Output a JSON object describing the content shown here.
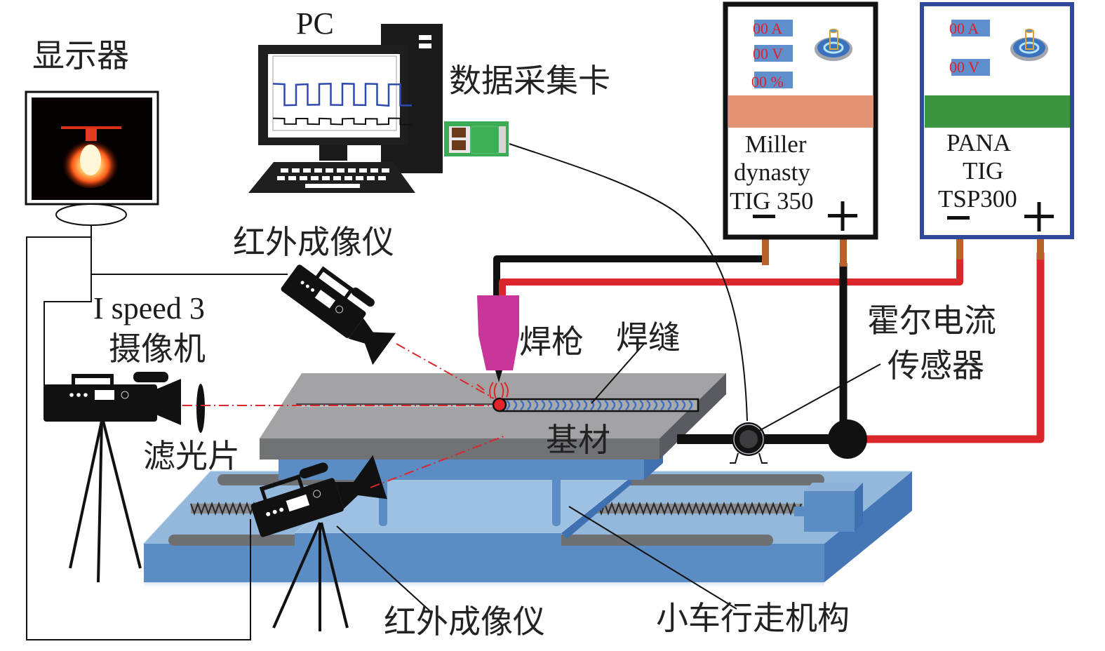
{
  "labels": {
    "monitor": "显示器",
    "pc": "PC",
    "daq_card": "数据采集卡",
    "ir_camera_top": "红外成像仪",
    "ir_camera_bottom": "红外成像仪",
    "highspeed_cam_line1": "I speed 3",
    "highspeed_cam_line2": "摄像机",
    "filter": "滤光片",
    "torch": "焊枪",
    "weld_seam": "焊缝",
    "base_metal": "基材",
    "hall_sensor_line1": "霍尔电流",
    "hall_sensor_line2": "传感器",
    "travel_mechanism": "小车行走机构"
  },
  "power_sources": [
    {
      "name_lines": [
        "Miller",
        "dynasty",
        "TIG 350"
      ],
      "readouts": [
        "00 A",
        "00 V",
        "00 %"
      ],
      "band_color": "#e39274",
      "frame_color": "#111111",
      "minus": "−",
      "plus": "+"
    },
    {
      "name_lines": [
        "PANA",
        "TIG",
        "TSP300"
      ],
      "readouts": [
        "00 A",
        "00 V"
      ],
      "band_color": "#3a9440",
      "frame_color": "#2f4a9a",
      "minus": "−",
      "plus": "+"
    }
  ],
  "colors": {
    "torch": "#c8369a",
    "positive_cable": "#d9272b",
    "negative_cable": "#111111",
    "terminal": "#b8612a",
    "plate_top": "#a3a3a5",
    "plate_side": "#707276",
    "table_light": "#93b8dc",
    "table_dark": "#5b8cc4",
    "daq_green": "#3bab54",
    "readout_bg": "#5f8fcc"
  }
}
